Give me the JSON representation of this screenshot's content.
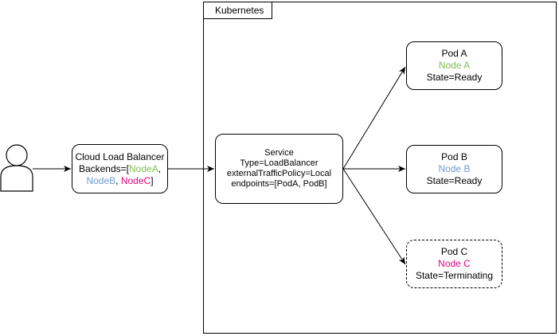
{
  "colors": {
    "node_a": "#7dbf4f",
    "node_b": "#6c9bd2",
    "node_c": "#e6007e",
    "line": "#000000"
  },
  "icons": {
    "user": "user-icon"
  },
  "kubernetes": {
    "label": "Kubernetes"
  },
  "load_balancer": {
    "title": "Cloud Load Balancer",
    "backends_prefix": "Backends=[",
    "node_a": "NodeA",
    "sep1": ",",
    "node_b": "NodeB",
    "sep2": ", ",
    "node_c": "NodeC",
    "suffix": "]"
  },
  "service": {
    "title": "Service",
    "type": "Type=LoadBalancer",
    "policy": "externalTrafficPolicy=Local",
    "endpoints": "endpoints=[PodA, PodB]"
  },
  "pods": [
    {
      "name": "Pod A",
      "node": "Node A",
      "state": "State=Ready"
    },
    {
      "name": "Pod B",
      "node": "Node B",
      "state": "State=Ready"
    },
    {
      "name": "Pod C",
      "node": "Node C",
      "state": "State=Terminating"
    }
  ]
}
